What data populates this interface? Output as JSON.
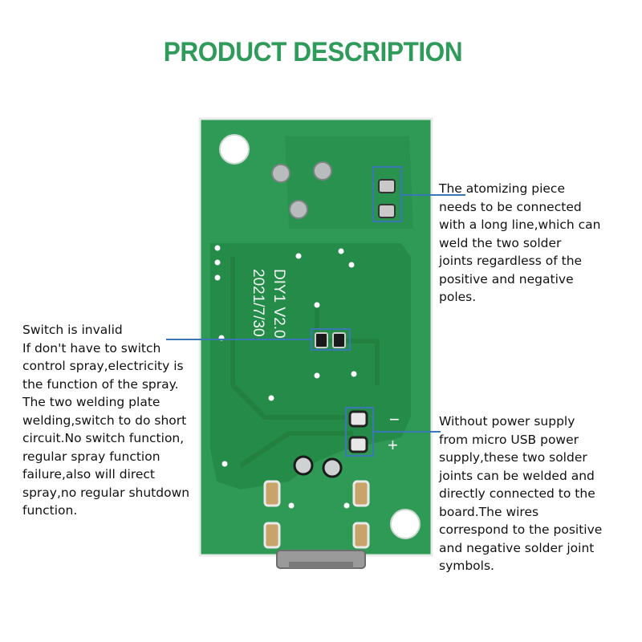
{
  "title": "PRODUCT DESCRIPTION",
  "colors": {
    "title": "#2f9b5a",
    "board": "#2f9a55",
    "board_dark": "#1d7a3d",
    "callout_line": "#3a78b5"
  },
  "board": {
    "silkscreen_line1": "DIY1 V2.0",
    "silkscreen_line2": "2021/7/30",
    "minus_symbol": "−",
    "plus_symbol": "+"
  },
  "annotations": {
    "atomizer": "The atomizing piece\nneeds to be connected\nwith a long line,which can\nweld the two solder\njoints regardless of the\npositive and negative\npoles.",
    "switch": "Switch is invalid\nIf don't have to switch\ncontrol spray,electricity is\nthe function of the spray.\nThe two welding plate\nwelding,switch to do short\ncircuit.No switch function,\nregular spray function\nfailure,also will direct\nspray,no regular shutdown\nfunction.",
    "power": "Without power supply\nfrom micro USB power\nsupply,these two solder\njoints can be welded and\ndirectly connected to the\nboard.The wires\ncorrespond to the positive\nand negative solder joint\nsymbols."
  }
}
